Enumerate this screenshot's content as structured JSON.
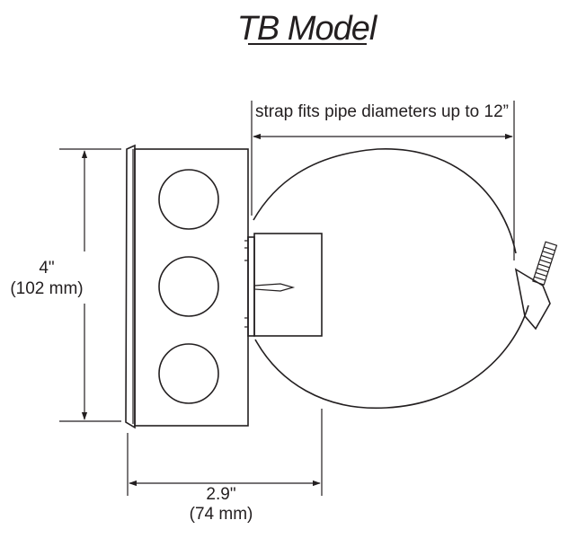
{
  "title": "TB Model",
  "dimensions": {
    "strap": "strap fits pipe diameters up to 12”",
    "height_in": "4\"",
    "height_mm": "(102 mm)",
    "width_in": "2.9\"",
    "width_mm": "(74 mm)"
  },
  "colors": {
    "line": "#231f20",
    "background": "#ffffff"
  },
  "icons": {
    "knockout": "circle-knockout-icon",
    "arrow": "arrowhead-icon"
  }
}
